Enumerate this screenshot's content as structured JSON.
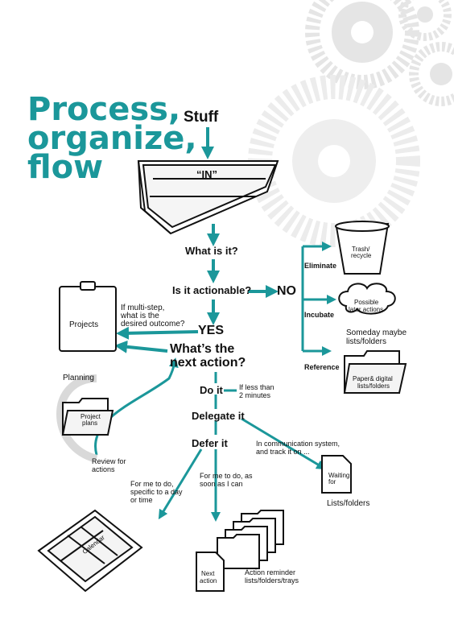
{
  "title": {
    "line1": "Process,",
    "line2": "organize,",
    "line3": "flow"
  },
  "nodes": {
    "stuff": "Stuff",
    "in_tray": "“IN”",
    "what_is_it": "What is it?",
    "is_actionable": "Is it actionable?",
    "no": "NO",
    "yes": "YES",
    "next_action_1": "What’s the",
    "next_action_2": "next action?",
    "do_it": "Do it",
    "delegate_it": "Delegate it",
    "defer_it": "Defer it"
  },
  "non_actionable": {
    "eliminate": "Eliminate",
    "incubate": "Incubate",
    "reference": "Reference",
    "trash_1": "Trash/",
    "trash_2": "recycle",
    "possible_1": "Possible",
    "possible_2": "later actions",
    "someday_1": "Someday maybe",
    "someday_2": "lists/folders",
    "paper_1": "Paper& digital",
    "paper_2": "lists/folders"
  },
  "projects": {
    "label": "Projects",
    "question_1": "If multi-step,",
    "question_2": "what is the",
    "question_3": "desired outcome?",
    "planning": "Planning",
    "plans_1": "Project",
    "plans_2": "plans",
    "review_1": "Review for",
    "review_2": "actions"
  },
  "notes": {
    "less_1": "If less than",
    "less_2": "2 minutes",
    "comm_1": "In communication system,",
    "comm_2": "and track it on ...",
    "waiting_1": "Waiting",
    "waiting_2": "for",
    "lists_folders": "Lists/folders",
    "day_1": "For me to do,",
    "day_2": "specific to a day",
    "day_3": "or time",
    "soon_1": "For me to do, as",
    "soon_2": "soon as I can",
    "calendar": "Calendar",
    "next_1": "Next",
    "next_2": "action",
    "reminder_1": "Action reminder",
    "reminder_2": "lists/folders/trays"
  },
  "colors": {
    "teal": "#1b979a",
    "gear": "#e6e6e6",
    "ink": "#111111"
  }
}
